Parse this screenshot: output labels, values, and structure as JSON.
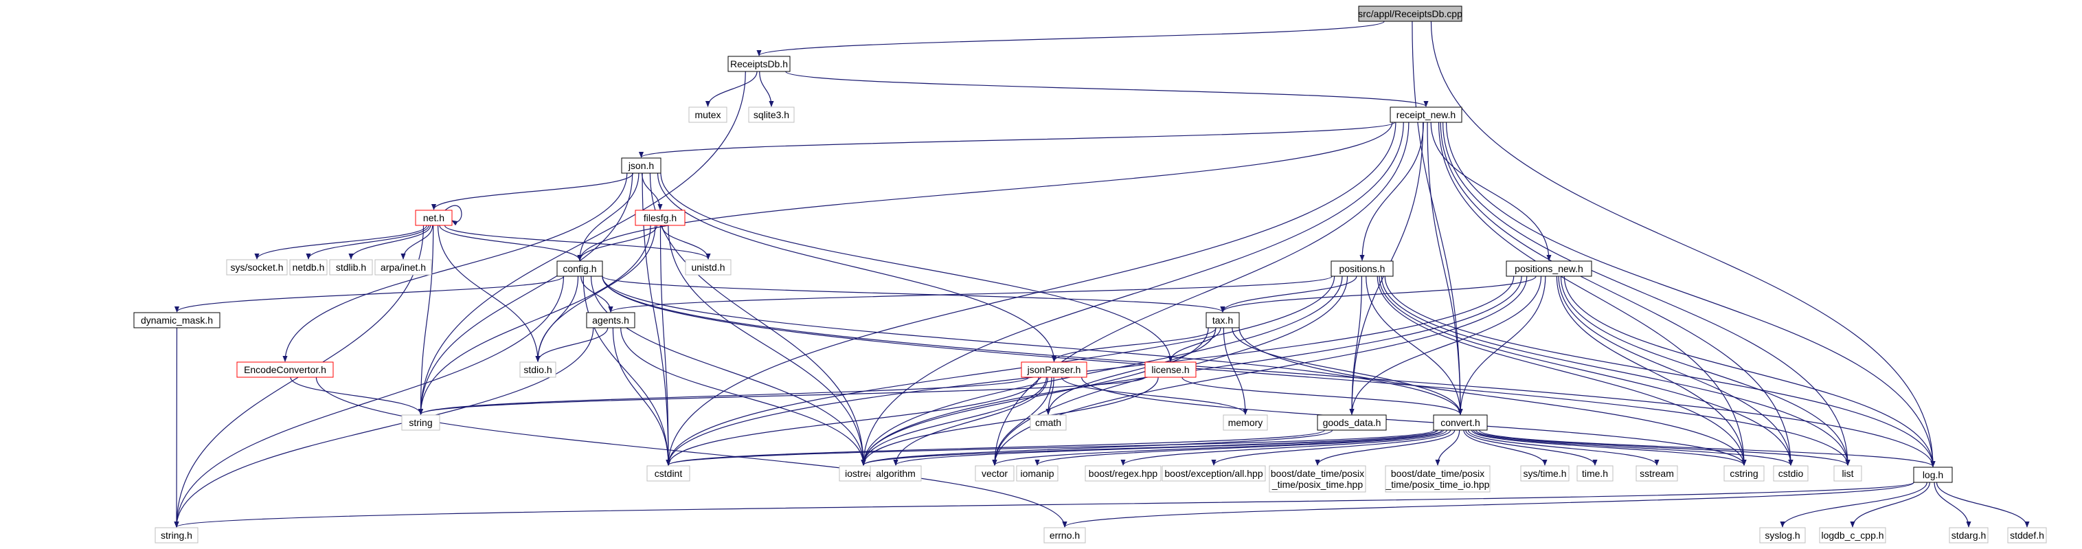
{
  "graph": {
    "root": "src/appl/ReceiptsDb.cpp",
    "colors": {
      "edge": "#191970",
      "root_fill": "#bfbfbf",
      "incomplete_border": "#ff0000",
      "external_border": "#bfbfbf"
    },
    "nodes": [
      {
        "id": "root",
        "label": "src/appl/ReceiptsDb.cpp",
        "kind": "root"
      },
      {
        "id": "receiptsdb_h",
        "label": "ReceiptsDb.h",
        "kind": "documented"
      },
      {
        "id": "mutex",
        "label": "mutex",
        "kind": "external"
      },
      {
        "id": "sqlite3",
        "label": "sqlite3.h",
        "kind": "external"
      },
      {
        "id": "receipt_new",
        "label": "receipt_new.h",
        "kind": "documented"
      },
      {
        "id": "json",
        "label": "json.h",
        "kind": "documented"
      },
      {
        "id": "net",
        "label": "net.h",
        "kind": "incomplete"
      },
      {
        "id": "filesfg",
        "label": "filesfg.h",
        "kind": "incomplete"
      },
      {
        "id": "syssocket",
        "label": "sys/socket.h",
        "kind": "external"
      },
      {
        "id": "netdb",
        "label": "netdb.h",
        "kind": "external"
      },
      {
        "id": "stdlib",
        "label": "stdlib.h",
        "kind": "external"
      },
      {
        "id": "arpainet",
        "label": "arpa/inet.h",
        "kind": "external"
      },
      {
        "id": "config",
        "label": "config.h",
        "kind": "documented"
      },
      {
        "id": "unistd",
        "label": "unistd.h",
        "kind": "external"
      },
      {
        "id": "positions",
        "label": "positions.h",
        "kind": "documented"
      },
      {
        "id": "positions_new",
        "label": "positions_new.h",
        "kind": "documented"
      },
      {
        "id": "dynamic_mask",
        "label": "dynamic_mask.h",
        "kind": "documented"
      },
      {
        "id": "agents",
        "label": "agents.h",
        "kind": "documented"
      },
      {
        "id": "tax",
        "label": "tax.h",
        "kind": "documented"
      },
      {
        "id": "encodeconvertor",
        "label": "EncodeConvertor.h",
        "kind": "incomplete"
      },
      {
        "id": "stdio",
        "label": "stdio.h",
        "kind": "external"
      },
      {
        "id": "jsonparser",
        "label": "jsonParser.h",
        "kind": "incomplete"
      },
      {
        "id": "license",
        "label": "license.h",
        "kind": "incomplete"
      },
      {
        "id": "string",
        "label": "string",
        "kind": "external"
      },
      {
        "id": "cmath",
        "label": "cmath",
        "kind": "external"
      },
      {
        "id": "memory",
        "label": "memory",
        "kind": "external"
      },
      {
        "id": "goods_data",
        "label": "goods_data.h",
        "kind": "documented"
      },
      {
        "id": "convert",
        "label": "convert.h",
        "kind": "documented"
      },
      {
        "id": "cstdint",
        "label": "cstdint",
        "kind": "external"
      },
      {
        "id": "iostream",
        "label": "iostream",
        "kind": "external"
      },
      {
        "id": "algorithm",
        "label": "algorithm",
        "kind": "external"
      },
      {
        "id": "vector",
        "label": "vector",
        "kind": "external"
      },
      {
        "id": "iomanip",
        "label": "iomanip",
        "kind": "external"
      },
      {
        "id": "boostregex",
        "label": "boost/regex.hpp",
        "kind": "external"
      },
      {
        "id": "boostexc",
        "label": "boost/exception/all.hpp",
        "kind": "external"
      },
      {
        "id": "boostposix1",
        "label": "boost/date_time/posix\n_time/posix_time.hpp",
        "kind": "external"
      },
      {
        "id": "boostposix2",
        "label": "boost/date_time/posix\n_time/posix_time_io.hpp",
        "kind": "external"
      },
      {
        "id": "systime",
        "label": "sys/time.h",
        "kind": "external"
      },
      {
        "id": "timeh",
        "label": "time.h",
        "kind": "external"
      },
      {
        "id": "sstream",
        "label": "sstream",
        "kind": "external"
      },
      {
        "id": "cstring",
        "label": "cstring",
        "kind": "external"
      },
      {
        "id": "cstdio",
        "label": "cstdio",
        "kind": "external"
      },
      {
        "id": "list",
        "label": "list",
        "kind": "external"
      },
      {
        "id": "log",
        "label": "log.h",
        "kind": "documented"
      },
      {
        "id": "stringh",
        "label": "string.h",
        "kind": "external"
      },
      {
        "id": "errno",
        "label": "errno.h",
        "kind": "external"
      },
      {
        "id": "syslog",
        "label": "syslog.h",
        "kind": "external"
      },
      {
        "id": "logdb",
        "label": "logdb_c_cpp.h",
        "kind": "external"
      },
      {
        "id": "stdarg",
        "label": "stdarg.h",
        "kind": "external"
      },
      {
        "id": "stddef",
        "label": "stddef.h",
        "kind": "external"
      }
    ],
    "edges": [
      [
        "root",
        "receiptsdb_h"
      ],
      [
        "root",
        "convert"
      ],
      [
        "root",
        "log"
      ],
      [
        "receiptsdb_h",
        "mutex"
      ],
      [
        "receiptsdb_h",
        "sqlite3"
      ],
      [
        "receiptsdb_h",
        "receipt_new"
      ],
      [
        "receiptsdb_h",
        "string"
      ],
      [
        "receipt_new",
        "json"
      ],
      [
        "receipt_new",
        "config"
      ],
      [
        "receipt_new",
        "positions"
      ],
      [
        "receipt_new",
        "positions_new"
      ],
      [
        "receipt_new",
        "goods_data"
      ],
      [
        "receipt_new",
        "convert"
      ],
      [
        "receipt_new",
        "cstdint"
      ],
      [
        "receipt_new",
        "iostream"
      ],
      [
        "receipt_new",
        "vector"
      ],
      [
        "receipt_new",
        "cstring"
      ],
      [
        "receipt_new",
        "cstdio"
      ],
      [
        "receipt_new",
        "list"
      ],
      [
        "receipt_new",
        "log"
      ],
      [
        "json",
        "net"
      ],
      [
        "json",
        "filesfg"
      ],
      [
        "json",
        "config"
      ],
      [
        "json",
        "jsonparser"
      ],
      [
        "json",
        "license"
      ],
      [
        "json",
        "encodeconvertor"
      ],
      [
        "json",
        "string"
      ],
      [
        "json",
        "iostream"
      ],
      [
        "json",
        "cstdint"
      ],
      [
        "net",
        "net"
      ],
      [
        "net",
        "syssocket"
      ],
      [
        "net",
        "netdb"
      ],
      [
        "net",
        "stdlib"
      ],
      [
        "net",
        "arpainet"
      ],
      [
        "net",
        "unistd"
      ],
      [
        "net",
        "config"
      ],
      [
        "net",
        "stdio"
      ],
      [
        "net",
        "stringh"
      ],
      [
        "net",
        "string"
      ],
      [
        "filesfg",
        "config"
      ],
      [
        "filesfg",
        "unistd"
      ],
      [
        "filesfg",
        "stdio"
      ],
      [
        "filesfg",
        "cstdint"
      ],
      [
        "filesfg",
        "iostream"
      ],
      [
        "filesfg",
        "string"
      ],
      [
        "config",
        "dynamic_mask"
      ],
      [
        "config",
        "agents"
      ],
      [
        "config",
        "tax"
      ],
      [
        "config",
        "stdio"
      ],
      [
        "config",
        "stringh"
      ],
      [
        "config",
        "cstdint"
      ],
      [
        "config",
        "iostream"
      ],
      [
        "config",
        "convert"
      ],
      [
        "config",
        "log"
      ],
      [
        "config",
        "list"
      ],
      [
        "dynamic_mask",
        "stringh"
      ],
      [
        "agents",
        "stdio"
      ],
      [
        "agents",
        "cstdint"
      ],
      [
        "agents",
        "iostream"
      ],
      [
        "agents",
        "stringh"
      ],
      [
        "encodeconvertor",
        "string"
      ],
      [
        "encodeconvertor",
        "errno"
      ],
      [
        "positions",
        "tax"
      ],
      [
        "positions",
        "goods_data"
      ],
      [
        "positions",
        "convert"
      ],
      [
        "positions",
        "agents"
      ],
      [
        "positions",
        "cstdint"
      ],
      [
        "positions",
        "iostream"
      ],
      [
        "positions",
        "vector"
      ],
      [
        "positions",
        "cstring"
      ],
      [
        "positions",
        "cstdio"
      ],
      [
        "positions",
        "list"
      ],
      [
        "positions",
        "log"
      ],
      [
        "positions_new",
        "tax"
      ],
      [
        "positions_new",
        "goods_data"
      ],
      [
        "positions_new",
        "convert"
      ],
      [
        "positions_new",
        "cstdint"
      ],
      [
        "positions_new",
        "iostream"
      ],
      [
        "positions_new",
        "vector"
      ],
      [
        "positions_new",
        "cstring"
      ],
      [
        "positions_new",
        "cstdio"
      ],
      [
        "positions_new",
        "list"
      ],
      [
        "positions_new",
        "log"
      ],
      [
        "tax",
        "license"
      ],
      [
        "tax",
        "jsonparser"
      ],
      [
        "tax",
        "convert"
      ],
      [
        "tax",
        "memory"
      ],
      [
        "tax",
        "cmath"
      ],
      [
        "tax",
        "iostream"
      ],
      [
        "tax",
        "cstring"
      ],
      [
        "license",
        "convert"
      ],
      [
        "license",
        "string"
      ],
      [
        "license",
        "iostream"
      ],
      [
        "jsonparser",
        "string"
      ],
      [
        "jsonparser",
        "cmath"
      ],
      [
        "jsonparser",
        "memory"
      ],
      [
        "jsonparser",
        "cstdint"
      ],
      [
        "jsonparser",
        "iostream"
      ],
      [
        "jsonparser",
        "vector"
      ],
      [
        "jsonparser",
        "algorithm"
      ],
      [
        "jsonparser",
        "cstring"
      ],
      [
        "goods_data",
        "cstdint"
      ],
      [
        "goods_data",
        "iostream"
      ],
      [
        "convert",
        "cstdint"
      ],
      [
        "convert",
        "iostream"
      ],
      [
        "convert",
        "algorithm"
      ],
      [
        "convert",
        "vector"
      ],
      [
        "convert",
        "iomanip"
      ],
      [
        "convert",
        "boostregex"
      ],
      [
        "convert",
        "boostexc"
      ],
      [
        "convert",
        "boostposix1"
      ],
      [
        "convert",
        "boostposix2"
      ],
      [
        "convert",
        "systime"
      ],
      [
        "convert",
        "timeh"
      ],
      [
        "convert",
        "sstream"
      ],
      [
        "convert",
        "cstring"
      ],
      [
        "convert",
        "cstdio"
      ],
      [
        "convert",
        "list"
      ],
      [
        "convert",
        "log"
      ],
      [
        "log",
        "stringh"
      ],
      [
        "log",
        "errno"
      ],
      [
        "log",
        "syslog"
      ],
      [
        "log",
        "logdb"
      ],
      [
        "log",
        "stdarg"
      ],
      [
        "log",
        "stddef"
      ]
    ]
  }
}
